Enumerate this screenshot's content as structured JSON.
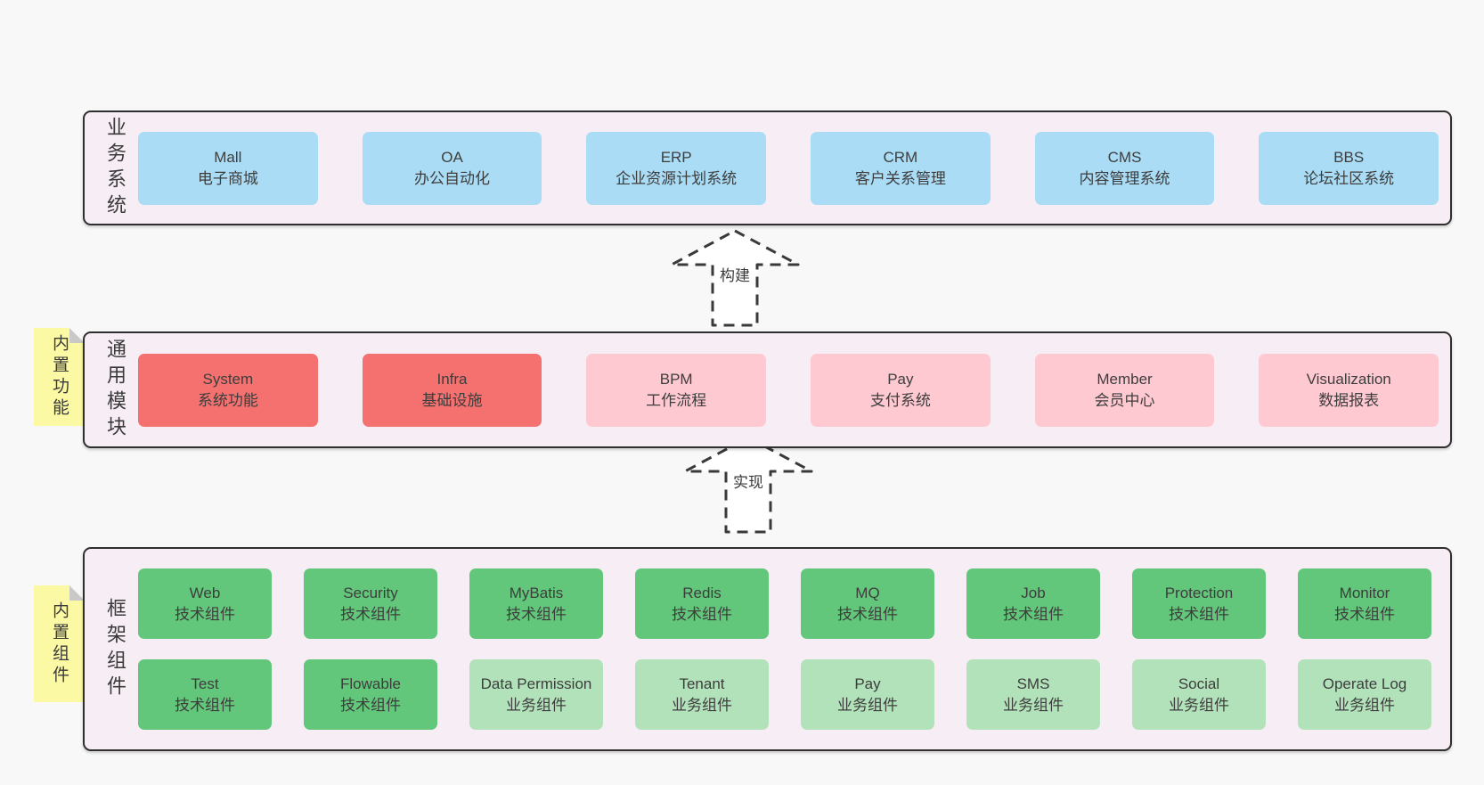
{
  "diagram": {
    "colors": {
      "page_bg": "#f8f8f8",
      "layer_bg": "#f7edf5",
      "layer_border": "#2f2f2f",
      "text": "#3d3d3d",
      "tag_bg": "#fbf9a3",
      "tag_fold": "#c9c9c9",
      "arrow_stroke": "#3a3a3a",
      "arrow_fill": "#ffffff",
      "blue": "#aadcf5",
      "red": "#f4716f",
      "pink": "#ffc9d2",
      "green": "#62c77a",
      "lightgreen": "#b2e2ba"
    },
    "arrows": [
      {
        "label": "构建"
      },
      {
        "label": "实现"
      }
    ],
    "layers": [
      {
        "name": "business-systems",
        "side_label": "业务系统",
        "tag": null,
        "rows": [
          [
            {
              "title": "Mall",
              "subtitle": "电子商城",
              "variant": "blue"
            },
            {
              "title": "OA",
              "subtitle": "办公自动化",
              "variant": "blue"
            },
            {
              "title": "ERP",
              "subtitle": "企业资源计划系统",
              "variant": "blue"
            },
            {
              "title": "CRM",
              "subtitle": "客户关系管理",
              "variant": "blue"
            },
            {
              "title": "CMS",
              "subtitle": "内容管理系统",
              "variant": "blue"
            },
            {
              "title": "BBS",
              "subtitle": "论坛社区系统",
              "variant": "blue"
            }
          ]
        ]
      },
      {
        "name": "common-modules",
        "side_label": "通用模块",
        "tag": "内置功能",
        "rows": [
          [
            {
              "title": "System",
              "subtitle": "系统功能",
              "variant": "red"
            },
            {
              "title": "Infra",
              "subtitle": "基础设施",
              "variant": "red"
            },
            {
              "title": "BPM",
              "subtitle": "工作流程",
              "variant": "pink"
            },
            {
              "title": "Pay",
              "subtitle": "支付系统",
              "variant": "pink"
            },
            {
              "title": "Member",
              "subtitle": "会员中心",
              "variant": "pink"
            },
            {
              "title": "Visualization",
              "subtitle": "数据报表",
              "variant": "pink"
            }
          ]
        ]
      },
      {
        "name": "framework-components",
        "side_label": "框架组件",
        "tag": "内置组件",
        "rows": [
          [
            {
              "title": "Web",
              "subtitle": "技术组件",
              "variant": "green"
            },
            {
              "title": "Security",
              "subtitle": "技术组件",
              "variant": "green"
            },
            {
              "title": "MyBatis",
              "subtitle": "技术组件",
              "variant": "green"
            },
            {
              "title": "Redis",
              "subtitle": "技术组件",
              "variant": "green"
            },
            {
              "title": "MQ",
              "subtitle": "技术组件",
              "variant": "green"
            },
            {
              "title": "Job",
              "subtitle": "技术组件",
              "variant": "green"
            },
            {
              "title": "Protection",
              "subtitle": "技术组件",
              "variant": "green"
            },
            {
              "title": "Monitor",
              "subtitle": "技术组件",
              "variant": "green"
            }
          ],
          [
            {
              "title": "Test",
              "subtitle": "技术组件",
              "variant": "green"
            },
            {
              "title": "Flowable",
              "subtitle": "技术组件",
              "variant": "green"
            },
            {
              "title": "Data Permission",
              "subtitle": "业务组件",
              "variant": "lightgreen"
            },
            {
              "title": "Tenant",
              "subtitle": "业务组件",
              "variant": "lightgreen"
            },
            {
              "title": "Pay",
              "subtitle": "业务组件",
              "variant": "lightgreen"
            },
            {
              "title": "SMS",
              "subtitle": "业务组件",
              "variant": "lightgreen"
            },
            {
              "title": "Social",
              "subtitle": "业务组件",
              "variant": "lightgreen"
            },
            {
              "title": "Operate Log",
              "subtitle": "业务组件",
              "variant": "lightgreen"
            }
          ]
        ]
      }
    ]
  }
}
